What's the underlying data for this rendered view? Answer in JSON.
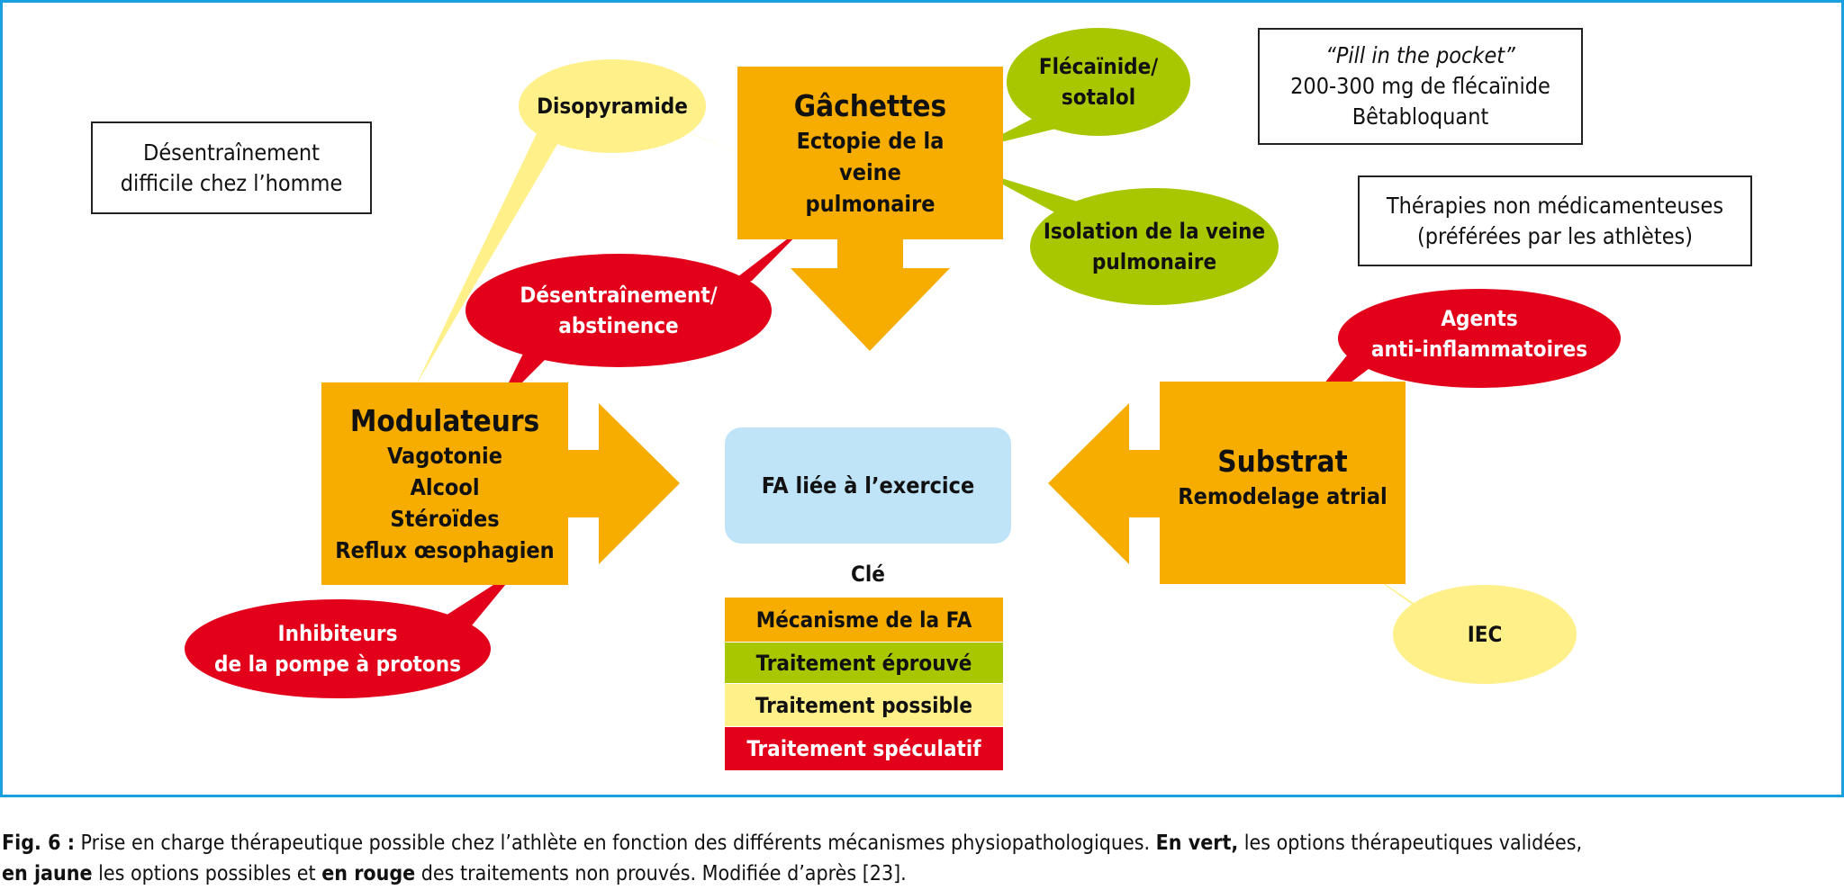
{
  "colors": {
    "mechanism": "#f7ad00",
    "proven": "#a8c700",
    "possible": "#fff08a",
    "speculative": "#e2001a",
    "center": "#bfe3f7",
    "frame": "#1aa0e0"
  },
  "notes": {
    "detraining": [
      "Désentraînement",
      "difficile chez l’homme"
    ],
    "pill": [
      "“Pill in the pocket”",
      "200-300 mg de flécaïnide",
      "Bêtabloquant"
    ],
    "nonpharma": [
      "Thérapies non médicamenteuses",
      "(préférées par les athlètes)"
    ]
  },
  "mechanisms": {
    "triggers": {
      "title": "Gâchettes",
      "lines": [
        "Ectopie de la",
        "veine",
        "pulmonaire"
      ]
    },
    "modulators": {
      "title": "Modulateurs",
      "lines": [
        "Vagotonie",
        "Alcool",
        "Stéroïdes",
        "Reflux œsophagien"
      ]
    },
    "substrate": {
      "title": "Substrat",
      "lines": [
        "Remodelage atrial"
      ]
    }
  },
  "center": {
    "label": "FA liée à l’exercice"
  },
  "bubbles": {
    "disopyramide": {
      "lines": [
        "Disopyramide"
      ],
      "category": "possible"
    },
    "flecainide": {
      "lines": [
        "Flécaïnide/",
        "sotalol"
      ],
      "category": "proven"
    },
    "isolation": {
      "lines": [
        "Isolation de la veine",
        "pulmonaire"
      ],
      "category": "proven"
    },
    "abstinence": {
      "lines": [
        "Désentraînement/",
        "abstinence"
      ],
      "category": "speculative"
    },
    "antiinflam": {
      "lines": [
        "Agents",
        "anti-inflammatoires"
      ],
      "category": "speculative"
    },
    "ppi": {
      "lines": [
        "Inhibiteurs",
        "de la pompe à protons"
      ],
      "category": "speculative"
    },
    "iec": {
      "lines": [
        "IEC"
      ],
      "category": "possible"
    }
  },
  "legend": {
    "title": "Clé",
    "items": [
      {
        "label": "Mécanisme de la FA",
        "category": "mechanism"
      },
      {
        "label": "Traitement éprouvé",
        "category": "proven"
      },
      {
        "label": "Traitement possible",
        "category": "possible"
      },
      {
        "label": "Traitement spéculatif",
        "category": "speculative"
      }
    ]
  },
  "caption": {
    "fig_label": "Fig. 6 :",
    "line1_text": " Prise en charge thérapeutique possible chez l’athlète en fonction des différents mécanismes physiopathologiques. ",
    "green_label": "En vert,",
    "line1_end": " les options thérapeutiques validées,",
    "yellow_label": "en jaune",
    "line2_mid": " les options possibles et ",
    "red_label": "en rouge",
    "line2_end": " des traitements non prouvés. Modifiée d’après [23]."
  }
}
